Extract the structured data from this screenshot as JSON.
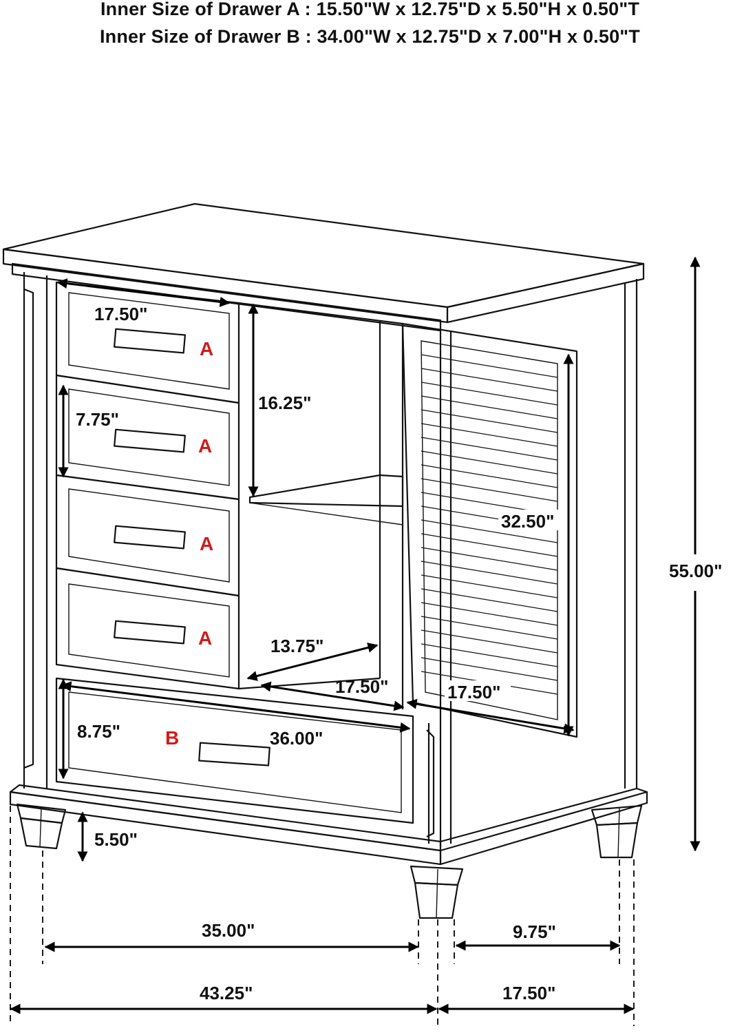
{
  "header": {
    "drawer_a": "Inner Size of Drawer A : 15.50\"W x 12.75\"D x 5.50\"H x 0.50\"T",
    "drawer_b": "Inner Size of Drawer B : 34.00\"W x 12.75\"D x 7.00\"H x 0.50\"T"
  },
  "drawers": {
    "a1": "A",
    "a2": "A",
    "a3": "A",
    "a4": "A",
    "b": "B"
  },
  "dimensions": {
    "drawer_a_width": "17.50\"",
    "drawer_a_height": "7.75\"",
    "shelf_height": "16.25\"",
    "door_height": "32.50\"",
    "overall_height": "55.00\"",
    "shelf_depth": "13.75\"",
    "shelf_width": "17.50\"",
    "door_width": "17.50\"",
    "drawer_b_height": "8.75\"",
    "drawer_b_width": "36.00\"",
    "leg_height": "5.50\"",
    "front_leg_span": "35.00\"",
    "side_leg_span": "9.75\"",
    "overall_width": "43.25\"",
    "overall_depth": "17.50\""
  },
  "colors": {
    "label_red": "#d11a1a"
  }
}
